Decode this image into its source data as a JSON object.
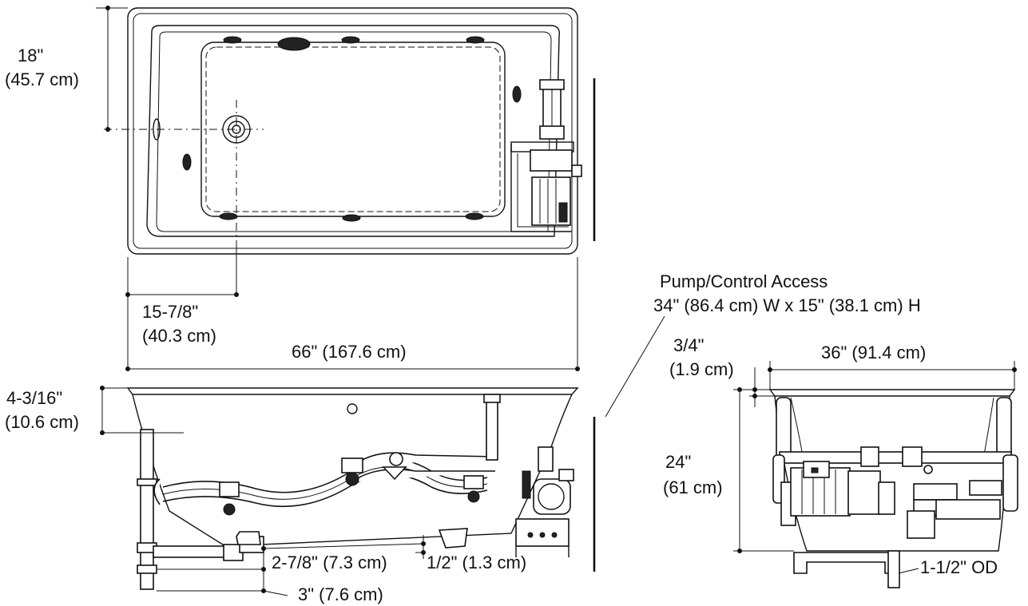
{
  "dimensions": {
    "width_18": "18\"",
    "width_18_cm": "(45.7 cm)",
    "drain_offset": "15-7/8\"",
    "drain_offset_cm": "(40.3 cm)",
    "length_66": "66\" (167.6 cm)",
    "rim_height": "4-3/16\"",
    "rim_height_cm": "(10.6 cm)",
    "drain_drop": "2-7/8\" (7.3 cm)",
    "foot_height": "1/2\" (1.3 cm)",
    "drain_spacing": "3\" (7.6 cm)",
    "rim_offset": "3/4\"",
    "rim_offset_cm": "(1.9 cm)",
    "end_width": "36\" (91.4 cm)",
    "total_height": "24\"",
    "total_height_cm": "(61 cm)",
    "drain_od": "1-1/2\" OD"
  },
  "access": {
    "title": "Pump/Control Access",
    "size": "34\" (86.4 cm) W x 15\" (38.1 cm) H"
  }
}
